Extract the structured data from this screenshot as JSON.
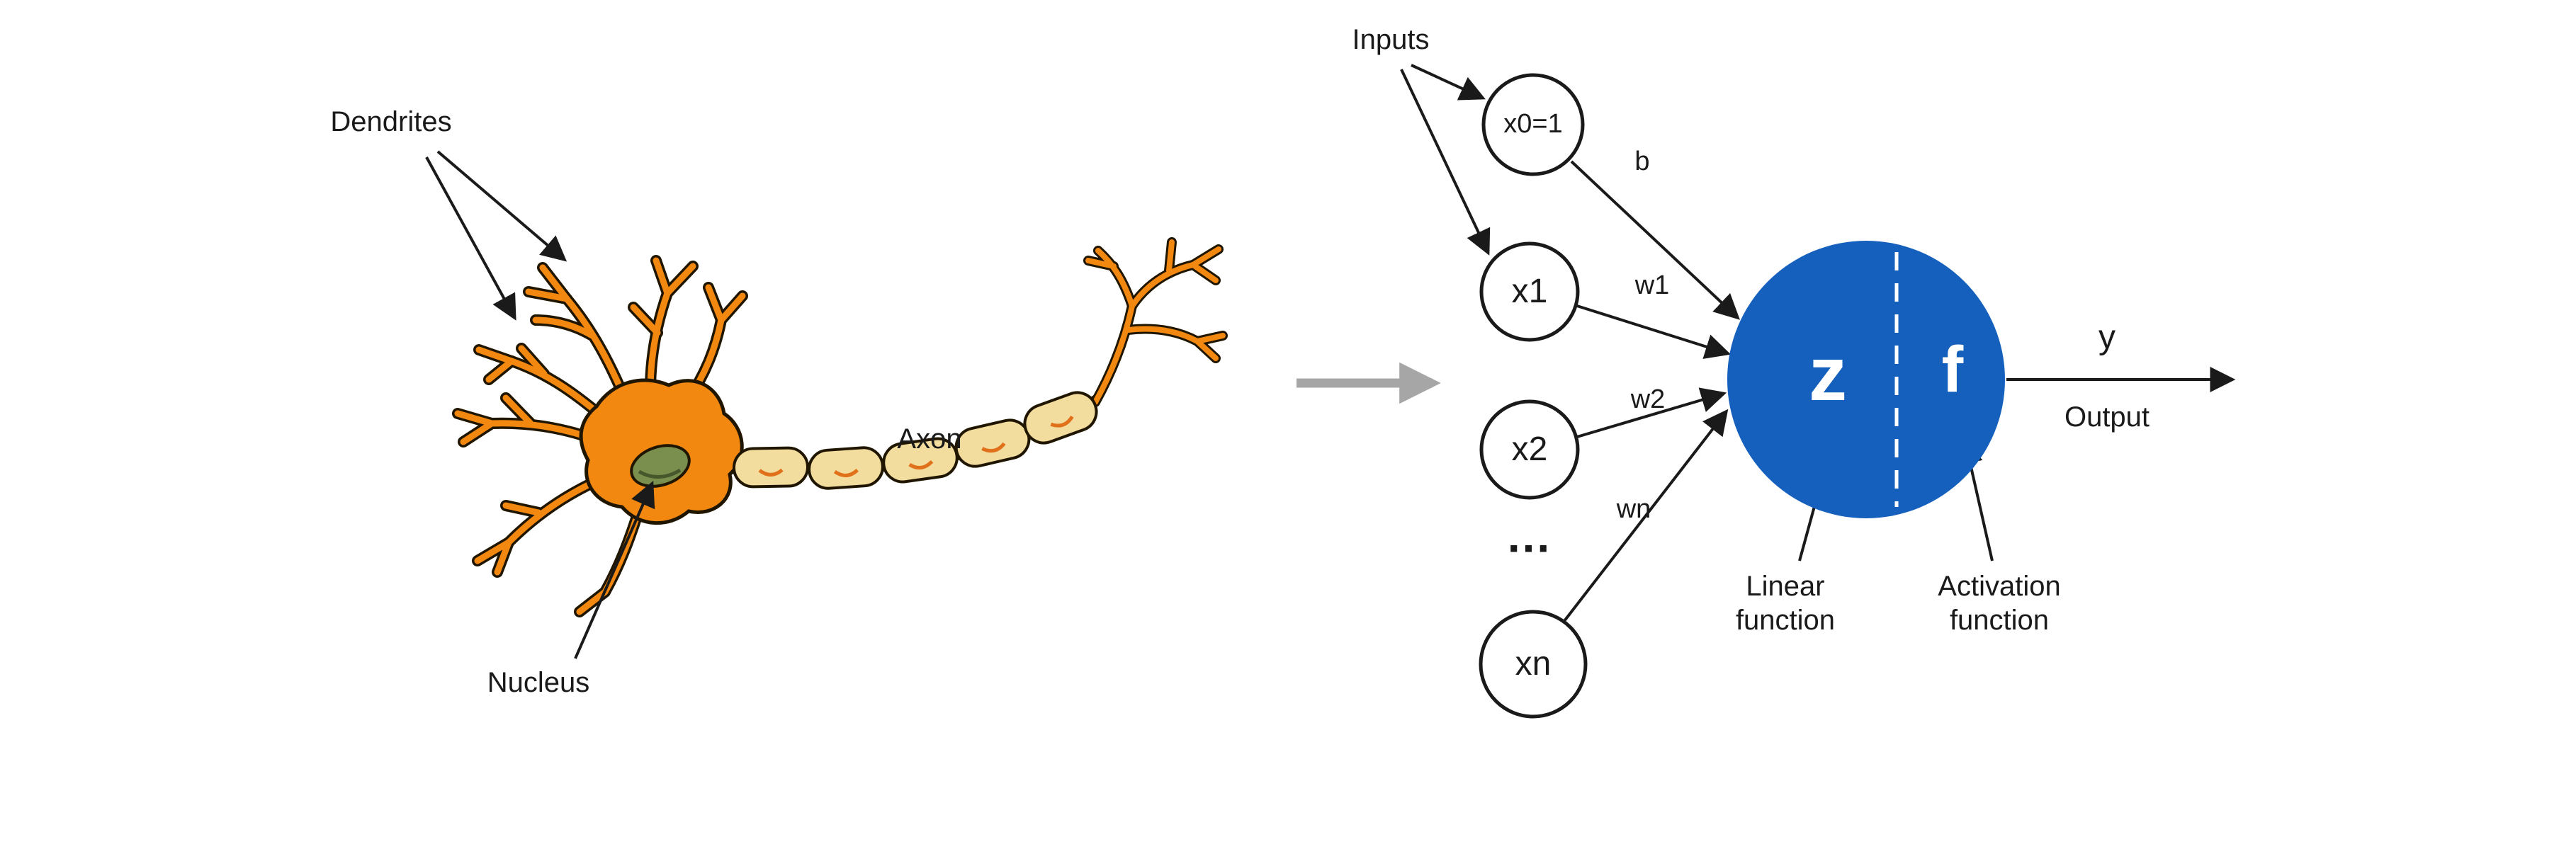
{
  "biological": {
    "dendrites": "Dendrites",
    "axon": "Axon",
    "nucleus": "Nucleus"
  },
  "perceptron": {
    "inputs": "Inputs",
    "nodes": {
      "x0": "x0=1",
      "x1": "x1",
      "x2": "x2",
      "dots": "...",
      "xn": "xn"
    },
    "weights": {
      "b": "b",
      "w1": "w1",
      "w2": "w2",
      "wn": "wn"
    },
    "z": "z",
    "f": "f",
    "y": "y",
    "output": "Output",
    "linear_function": "Linear function",
    "activation_function": "Activation function"
  },
  "colors": {
    "ink": "#1a1a1a",
    "neuron_orange": "#F2880F",
    "neuron_outline": "#201600",
    "myelin": "#F2DC9E",
    "myelin_mark": "#E0701A",
    "nucleus_green": "#7A8F4E",
    "nucleus_shade": "#46572B",
    "node_blue": "#1560BD",
    "arrow_gray": "#A6A6A6"
  }
}
